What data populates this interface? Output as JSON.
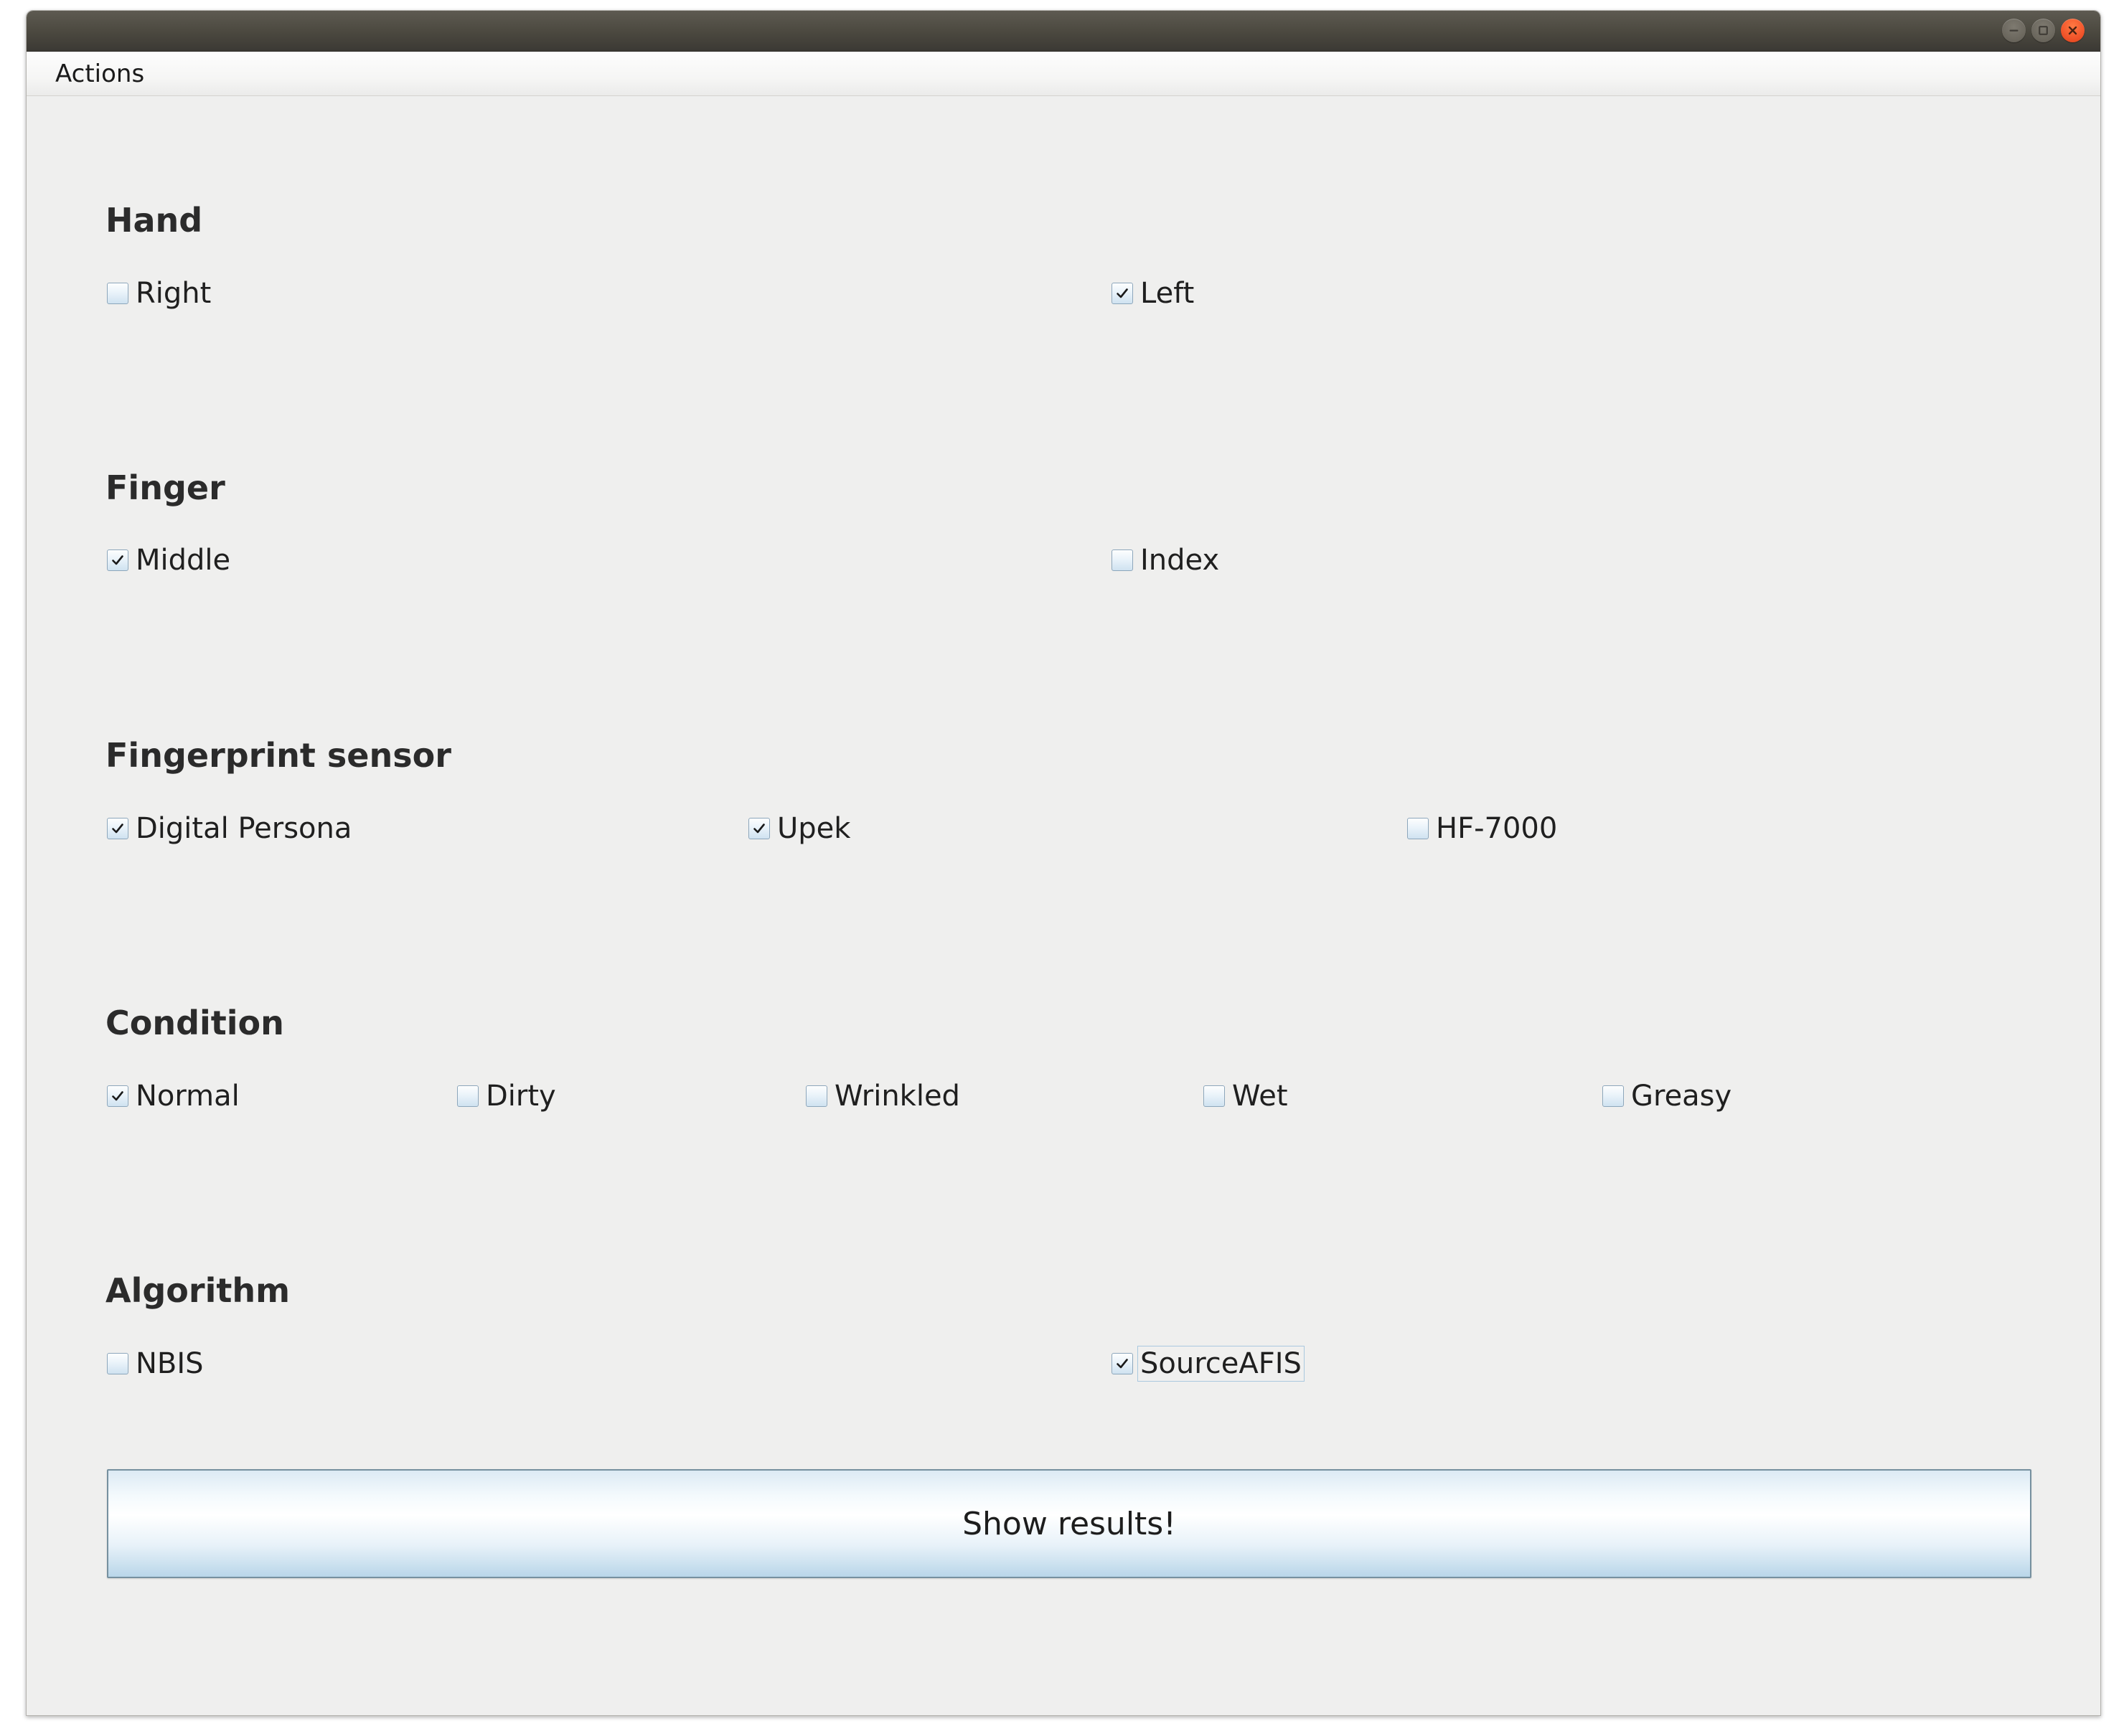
{
  "window": {
    "menu": {
      "items": [
        {
          "label": "Actions"
        }
      ]
    },
    "controls": {
      "minimize": "minimize-button",
      "maximize": "maximize-button",
      "close": "close-button"
    },
    "accent_color": "#f1542a",
    "titlebar_color": "#4b483f",
    "background_color": "#efefee"
  },
  "sections": [
    {
      "title": "Hand",
      "options": [
        {
          "label": "Right",
          "checked": false,
          "focused": false
        },
        {
          "label": "Left",
          "checked": true,
          "focused": false
        }
      ]
    },
    {
      "title": "Finger",
      "options": [
        {
          "label": "Middle",
          "checked": true,
          "focused": false
        },
        {
          "label": "Index",
          "checked": false,
          "focused": false
        }
      ]
    },
    {
      "title": "Fingerprint sensor",
      "options": [
        {
          "label": "Digital Persona",
          "checked": true,
          "focused": false
        },
        {
          "label": "Upek",
          "checked": true,
          "focused": false
        },
        {
          "label": "HF-7000",
          "checked": false,
          "focused": false
        }
      ]
    },
    {
      "title": "Condition",
      "options": [
        {
          "label": "Normal",
          "checked": true,
          "focused": false
        },
        {
          "label": "Dirty",
          "checked": false,
          "focused": false
        },
        {
          "label": "Wrinkled",
          "checked": false,
          "focused": false
        },
        {
          "label": "Wet",
          "checked": false,
          "focused": false
        },
        {
          "label": "Greasy",
          "checked": false,
          "focused": false
        }
      ]
    },
    {
      "title": "Algorithm",
      "options": [
        {
          "label": "NBIS",
          "checked": false,
          "focused": false
        },
        {
          "label": "SourceAFIS",
          "checked": true,
          "focused": true
        }
      ]
    }
  ],
  "action_button": {
    "label": "Show results!"
  }
}
